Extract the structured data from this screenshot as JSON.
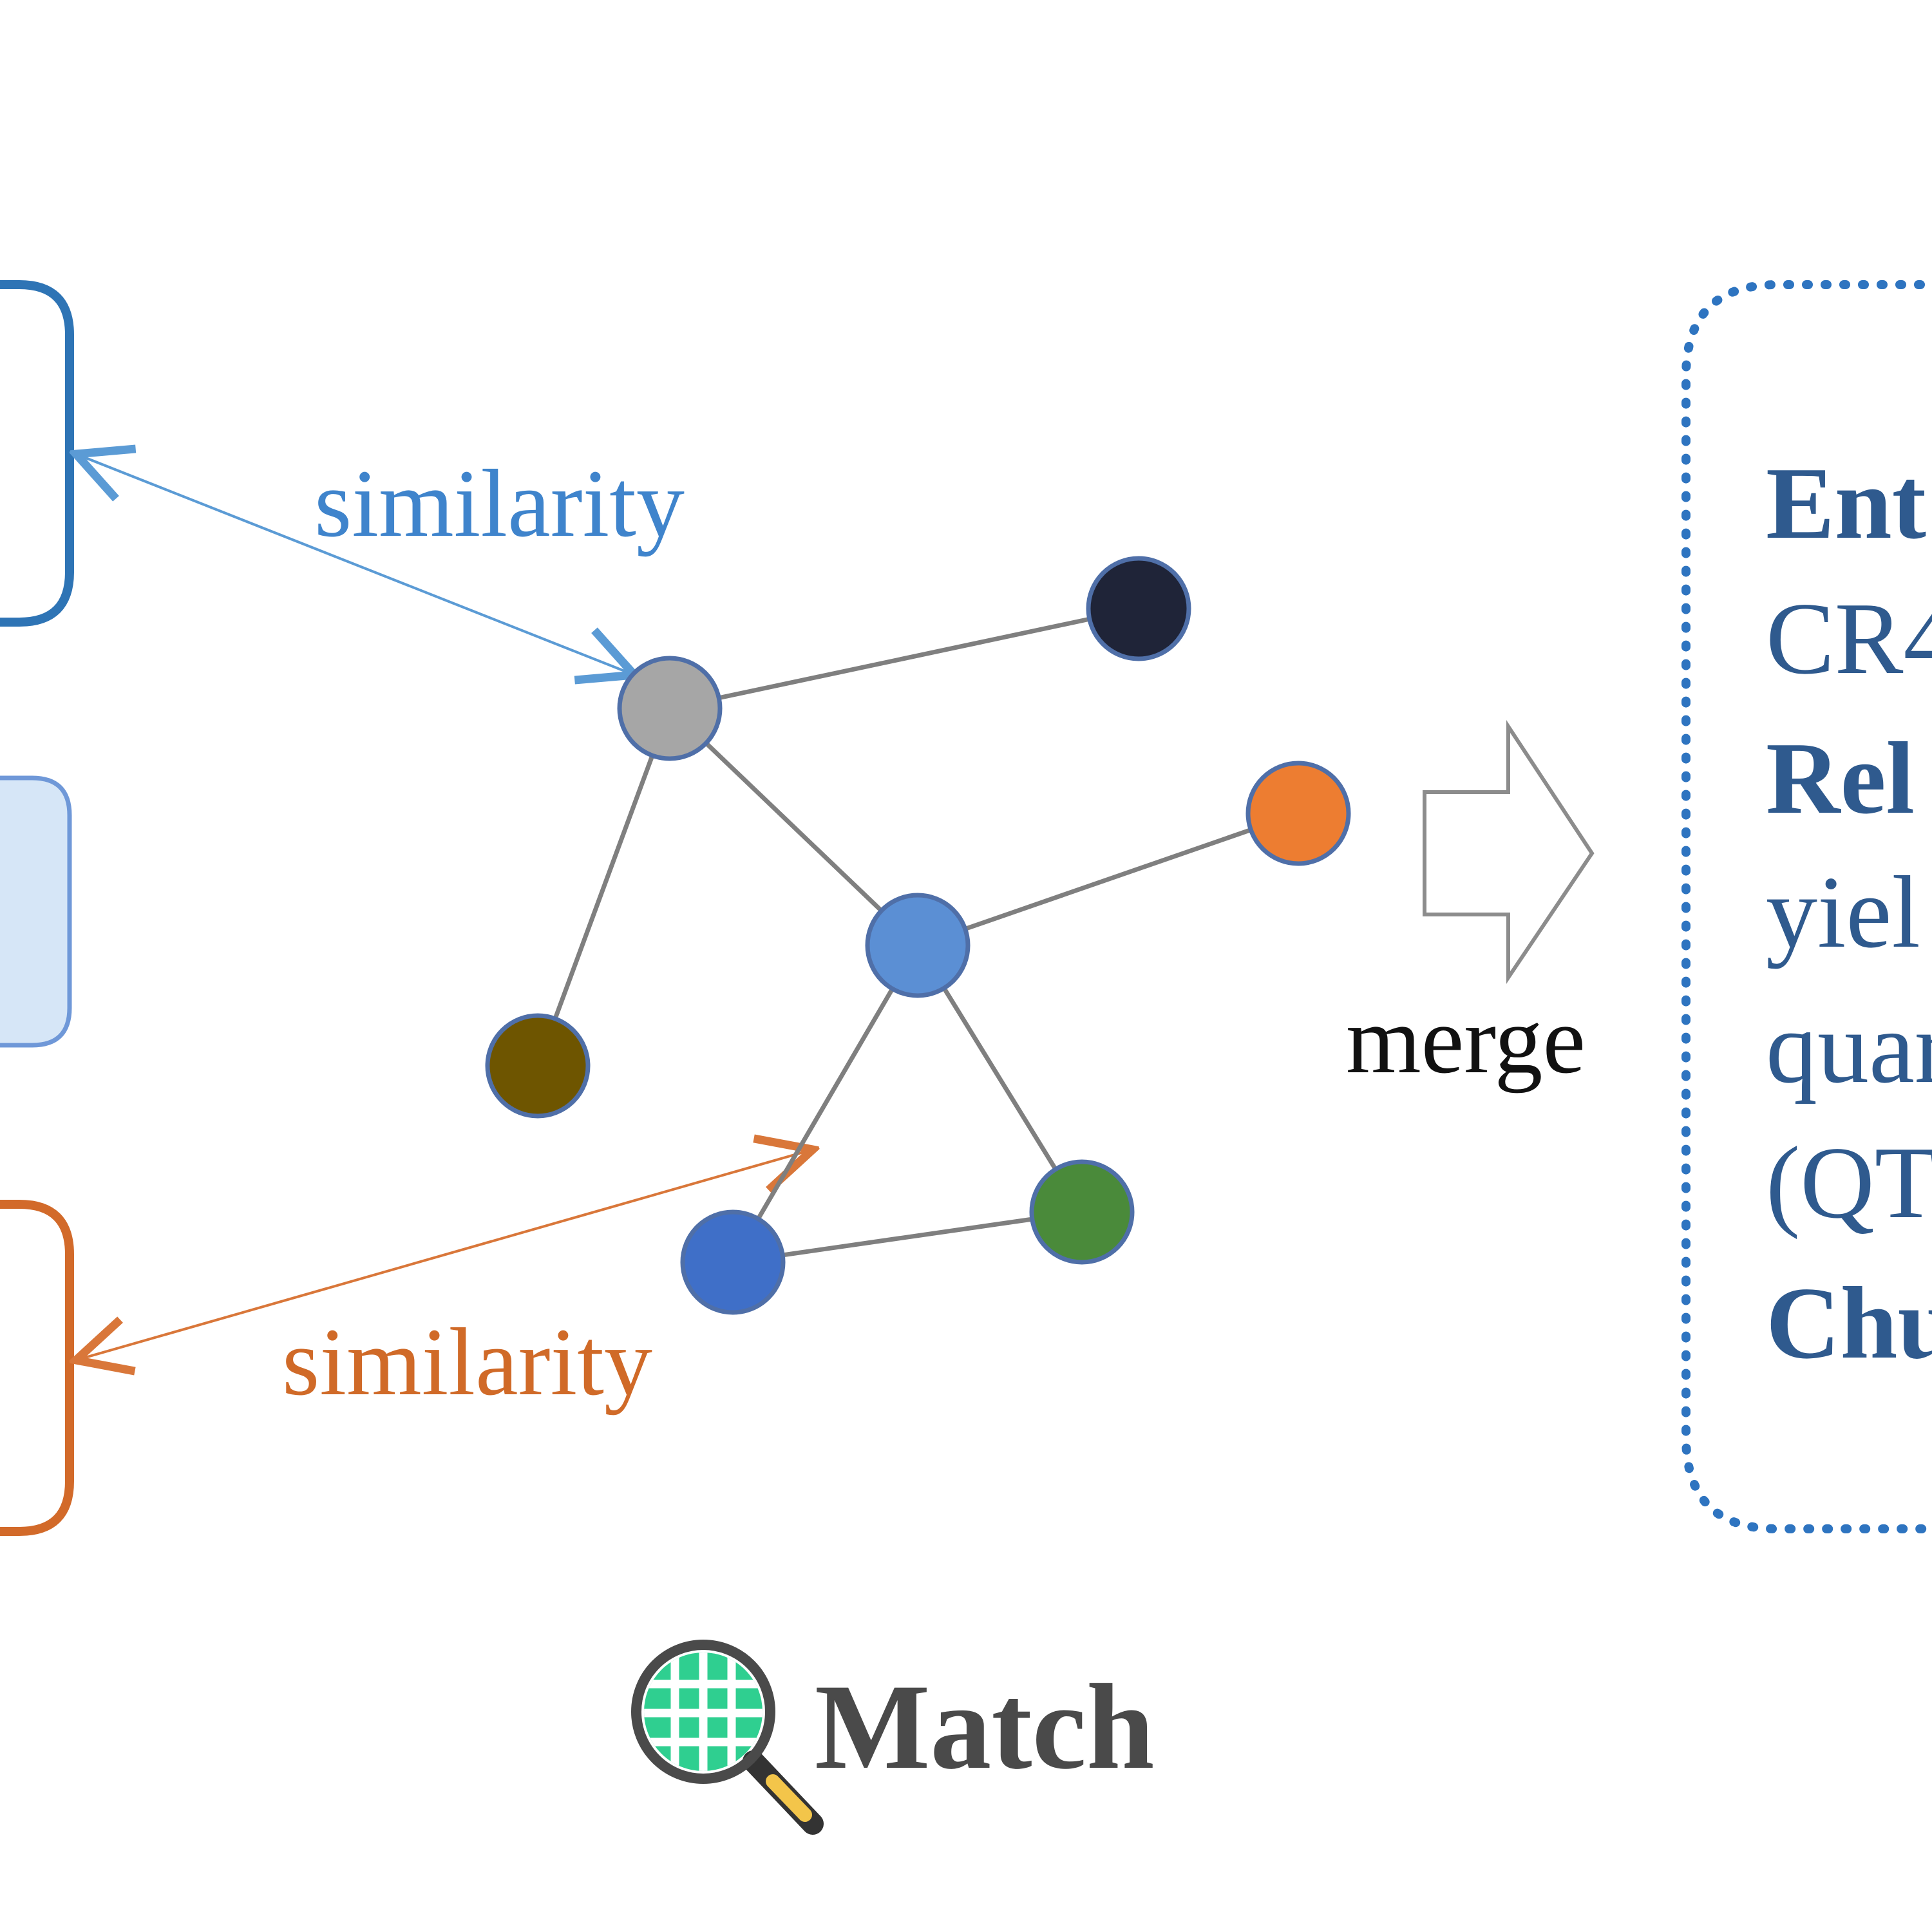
{
  "labels": {
    "similarity_top": "similarity",
    "similarity_bottom": "similarity",
    "merge": "merge",
    "match": "Match"
  },
  "right_panel_lines": [
    {
      "text": "Ent",
      "bold": true
    },
    {
      "text": "CR4",
      "bold": false
    },
    {
      "text": "Rel",
      "bold": true
    },
    {
      "text": "yiel",
      "bold": false
    },
    {
      "text": "quar",
      "bold": false
    },
    {
      "text": "(QT",
      "bold": false
    },
    {
      "text": "Chu",
      "bold": true
    }
  ],
  "icons": {
    "match": "globe-magnifier-icon",
    "merge": "right-arrow-icon"
  },
  "colors": {
    "blue_box": "#2e74b5",
    "light_blue_fill": "#d6e6f7",
    "light_blue_border": "#6f98d8",
    "orange_box": "#d26a2a",
    "dotted_border": "#2e74c0",
    "node_gray": "#a6a6a6",
    "node_dark": "#1f2438",
    "node_orange": "#ed7d31",
    "node_mid_blue": "#5b8fd4",
    "node_olive": "#6e5500",
    "node_royal_blue": "#3f6fc8",
    "node_green": "#4a8a3a"
  }
}
